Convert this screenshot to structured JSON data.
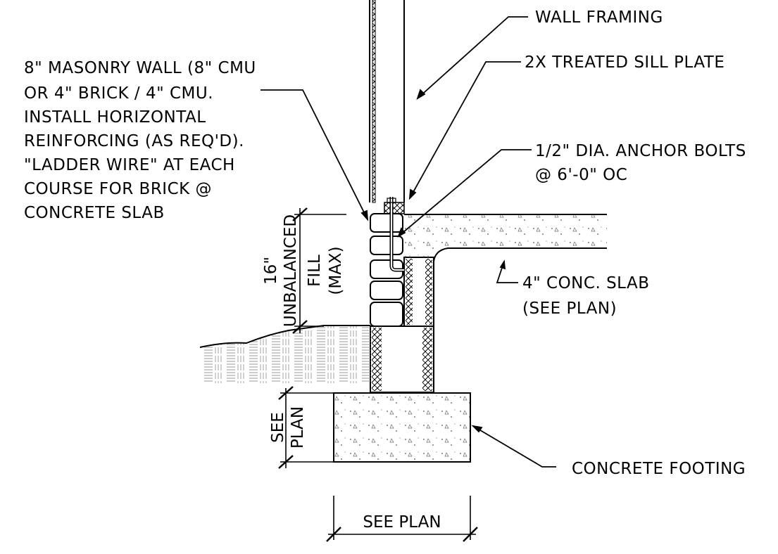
{
  "labels": {
    "wall_framing": "WALL FRAMING",
    "sill_plate": "2X TREATED SILL PLATE",
    "masonry_wall": [
      "8\" MASONRY WALL (8\" CMU",
      "OR 4\" BRICK / 4\" CMU.",
      "INSTALL HORIZONTAL",
      "REINFORCING (AS REQ'D).",
      "\"LADDER WIRE\" AT EACH",
      "COURSE FOR BRICK @",
      "CONCRETE SLAB"
    ],
    "anchor_bolts": [
      "1/2\" DIA. ANCHOR BOLTS",
      "@ 6'-0\" OC"
    ],
    "conc_slab": [
      "4\" CONC. SLAB",
      "(SEE PLAN)"
    ],
    "footing": "CONCRETE FOOTING"
  },
  "dimensions": {
    "fill": [
      "16\"",
      "UNBALANCED",
      "FILL",
      "(MAX)"
    ],
    "footing_depth": [
      "SEE",
      "PLAN"
    ],
    "footing_width": "SEE PLAN"
  },
  "colors": {
    "ink": "#000000",
    "background": "#ffffff"
  }
}
